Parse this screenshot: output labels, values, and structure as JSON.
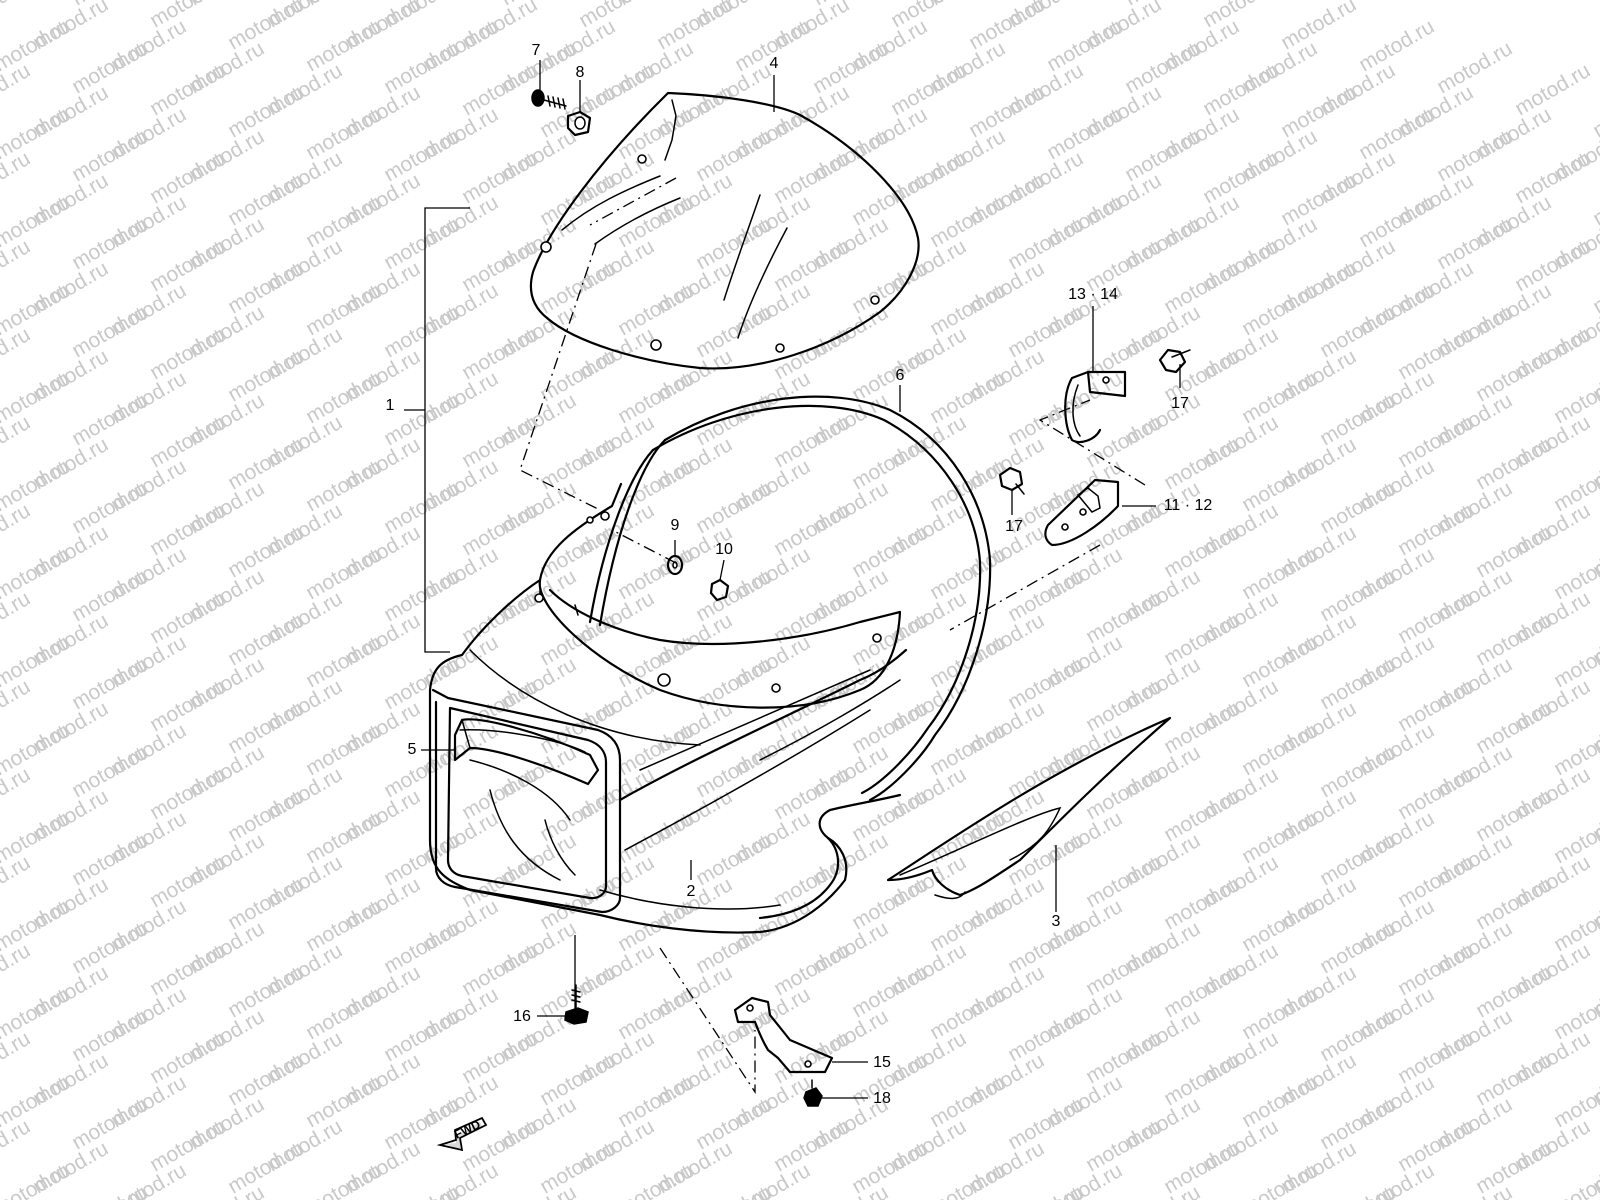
{
  "watermark": {
    "text": "motod.ru"
  },
  "callouts": [
    {
      "id": "1",
      "label": "1"
    },
    {
      "id": "2",
      "label": "2"
    },
    {
      "id": "3",
      "label": "3"
    },
    {
      "id": "4",
      "label": "4"
    },
    {
      "id": "5",
      "label": "5"
    },
    {
      "id": "6",
      "label": "6"
    },
    {
      "id": "7",
      "label": "7"
    },
    {
      "id": "8",
      "label": "8"
    },
    {
      "id": "9",
      "label": "9"
    },
    {
      "id": "10",
      "label": "10"
    },
    {
      "id": "11-12",
      "label": "11 · 12"
    },
    {
      "id": "13-14",
      "label": "13 · 14"
    },
    {
      "id": "15",
      "label": "15"
    },
    {
      "id": "16",
      "label": "16"
    },
    {
      "id": "17a",
      "label": "17"
    },
    {
      "id": "17b",
      "label": "17"
    },
    {
      "id": "18",
      "label": "18"
    }
  ],
  "fwd_arrow": {
    "label": "FWD"
  }
}
